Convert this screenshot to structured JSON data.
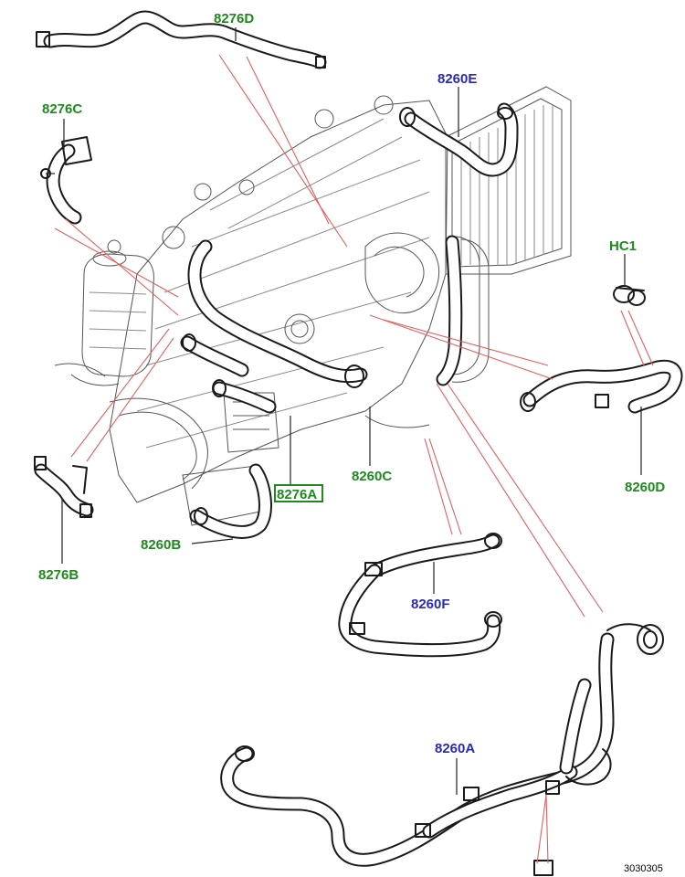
{
  "callouts": {
    "c8276D": "8276D",
    "c8276C": "8276C",
    "c8260E": "8260E",
    "cHC1": "HC1",
    "c8276B": "8276B",
    "c8276A": "8276A",
    "c8260C": "8260C",
    "c8260D": "8260D",
    "c8260B": "8260B",
    "c8260F": "8260F",
    "c8260A": "8260A"
  },
  "reference_number": "3030305",
  "colors": {
    "green_label": "#1e8a1e",
    "blue_label": "#2a2ab8",
    "leader_line": "#e06060"
  }
}
